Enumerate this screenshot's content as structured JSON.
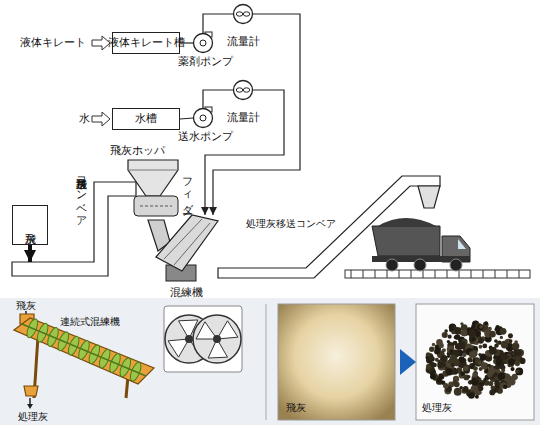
{
  "diagram": {
    "nodes": [
      {
        "text": [
          "液体キレート槽"
        ]
      },
      {
        "text": [
          "薬剤ポンプ"
        ]
      },
      {
        "text": [
          "流量計"
        ]
      },
      {
        "text": [
          "水槽"
        ]
      },
      {
        "text": [
          "送水ポンプ"
        ]
      },
      {
        "text": [
          "流量計"
        ]
      },
      {
        "text": [
          "飛灰ホッパ"
        ]
      },
      {
        "text": [
          "フィダー"
        ]
      },
      {
        "text": [
          "飛灰移送コンベア"
        ]
      },
      {
        "text": [
          "飛灰"
        ]
      },
      {
        "text": [
          "混練機"
        ]
      },
      {
        "text": [
          "処理灰移送コンベア"
        ]
      },
      {
        "text": [
          "連続式混練機"
        ]
      },
      {
        "text": [
          "飛灰"
        ]
      },
      {
        "text": [
          "処理灰"
        ]
      }
    ],
    "edges": [
      {
        "from": 0,
        "to": 1,
        "arrow": "none"
      },
      {
        "from": 1,
        "to": 2,
        "arrow": "none"
      },
      {
        "from": 2,
        "to": 10,
        "arrow": "to"
      },
      {
        "from": 3,
        "to": 4,
        "arrow": "none"
      },
      {
        "from": 4,
        "to": 5,
        "arrow": "none"
      },
      {
        "from": 5,
        "to": 10,
        "arrow": "to"
      },
      {
        "from": 9,
        "to": 8,
        "arrow": "to"
      },
      {
        "from": 13,
        "to": 14,
        "arrow": "to"
      }
    ],
    "labels": [
      "液体キレート",
      "水",
      "飛灰",
      "処理灰"
    ]
  }
}
